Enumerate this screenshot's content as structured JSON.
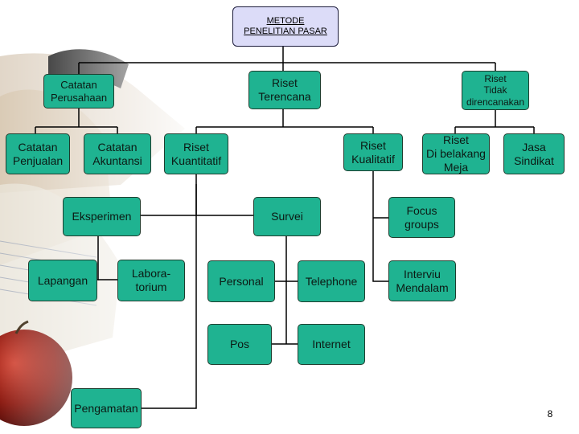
{
  "diagram": {
    "root": "METODE\nPENELITIAN PASAR",
    "catatan_perusahaan": "Catatan\nPerusahaan",
    "catatan_penjualan": "Catatan\nPenjualan",
    "catatan_akuntansi": "Catatan\nAkuntansi",
    "riset_terencana": "Riset\nTerencana",
    "riset_kuantitatif": "Riset\nKuantitatif",
    "riset_kualitatif": "Riset\nKualitatif",
    "riset_tidak_direncanakan": "Riset\nTidak\ndirencanakan",
    "riset_di_belakang_meja": "Riset\nDi belakang\nMeja",
    "jasa_sindikat": "Jasa\nSindikat",
    "eksperimen": "Eksperimen",
    "survei": "Survei",
    "focus_groups": "Focus\ngroups",
    "lapangan": "Lapangan",
    "laboratorium": "Labora-\ntorium",
    "personal": "Personal",
    "telephone": "Telephone",
    "interviu_mendalam": "Interviu\nMendalam",
    "pos": "Pos",
    "internet": "Internet",
    "pengamatan": "Pengamatan"
  },
  "page_number": "8",
  "colors": {
    "node": "#1fb391",
    "root": "#dcdcf8",
    "line": "#000000"
  }
}
